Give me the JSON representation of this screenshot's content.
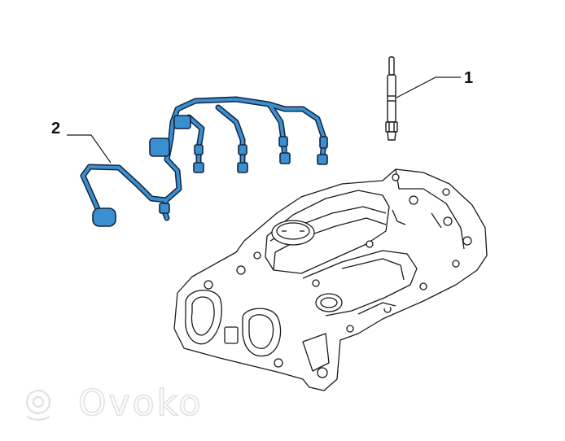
{
  "callouts": [
    {
      "label": "1"
    },
    {
      "label": "2"
    }
  ],
  "watermark": {
    "text": "Ovoko",
    "icon": "ovoko-logo-icon"
  },
  "colors": {
    "harness": "#3a8fd1",
    "harness_outline": "#12263f",
    "line_art": "#1a1a1a",
    "background": "#ffffff"
  }
}
